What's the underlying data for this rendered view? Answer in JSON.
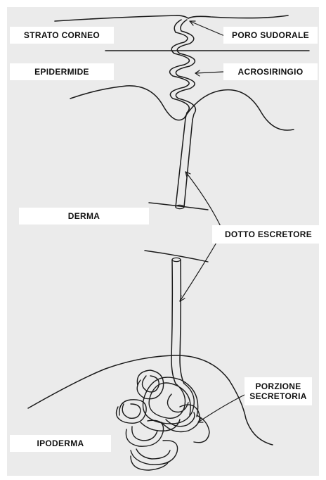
{
  "labels": {
    "strato_corneo": "STRATO CORNEO",
    "epidermide": "EPIDERMIDE",
    "derma": "DERMA",
    "ipoderma": "IPODERMA",
    "poro_sudorale": "PORO SUDORALE",
    "acrosiringio": "ACROSIRINGIO",
    "dotto_escretore": "DOTTO ESCRETORE",
    "porzione_line1": "PORZIONE",
    "porzione_line2": "SECRETORIA"
  },
  "colors": {
    "background": "#ebebeb",
    "line": "#1a1a1a",
    "label_box": "#ffffff"
  }
}
